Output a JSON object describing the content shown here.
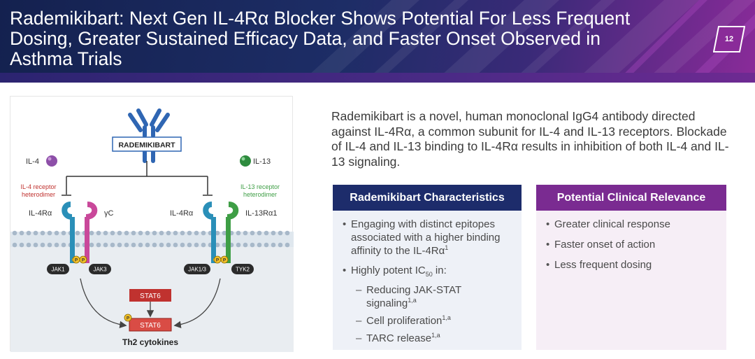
{
  "header": {
    "title": "Rademikibart: Next Gen IL-4Rα Blocker Shows Potential For Less Frequent Dosing, Greater Sustained Efficacy Data, and Faster Onset Observed in Asthma Trials",
    "page_number": "12"
  },
  "diagram": {
    "antibody_label": "RADEMIKIBART",
    "il4_label": "IL-4",
    "il13_label": "IL-13",
    "il4_heterodimer": [
      "IL-4 receptor",
      "heterodimer"
    ],
    "il13_heterodimer": [
      "IL-13 receptor",
      "heterodimer"
    ],
    "il4ra_left": "IL-4Rα",
    "gamma_c": "γC",
    "il4ra_right": "IL-4Rα",
    "il13ra1": "IL-13Rα1",
    "jak1": "JAK1",
    "jak3": "JAK3",
    "jak13": "JAK1/3",
    "tyk2": "TYK2",
    "p_label": "P",
    "stat6_top": "STAT6",
    "stat6_bottom": "STAT6",
    "th2_cytokines": "Th2 cytokines",
    "colors": {
      "antibody": "#2f66b3",
      "il4_ball": "#8d4fa8",
      "il13_ball": "#2e8b3e",
      "il4ra_receptor": "#2a8fb8",
      "gamma_c_receptor": "#c9489a",
      "il13ra1_receptor": "#3e9e45",
      "membrane": "#a7b8c9",
      "stat6": "#c0322f",
      "p_badge": "#f2c028",
      "il4_label_red": "#c0322f",
      "il13_label_green": "#3e9e45"
    }
  },
  "intro": "Rademikibart is a novel, human monoclonal IgG4 antibody directed against IL-4Rα, a common subunit for IL-4 and IL-13 receptors. Blockade of IL-4 and IL-13 binding to IL-4Rα results in inhibition of both IL-4 and IL-13 signaling.",
  "characteristics": {
    "heading": "Rademikibart Characteristics",
    "bullet1_text": "Engaging with distinct epitopes associated with a higher binding affinity to the IL-4Rα",
    "bullet1_sup": "1",
    "bullet2_prefix": "Highly potent IC",
    "bullet2_sub": "50",
    "bullet2_suffix": " in:",
    "subs": [
      {
        "text": "Reducing JAK-STAT signaling",
        "sup": "1,a"
      },
      {
        "text": "Cell proliferation",
        "sup": "1,a"
      },
      {
        "text": "TARC release",
        "sup": "1,a"
      }
    ]
  },
  "relevance": {
    "heading": "Potential Clinical Relevance",
    "items": [
      "Greater clinical response",
      "Faster onset of action",
      "Less frequent dosing"
    ]
  }
}
